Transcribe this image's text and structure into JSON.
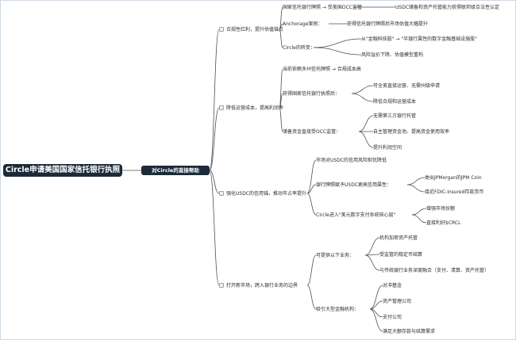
{
  "root": {
    "label": "Circle申请美国国家信托银行执照"
  },
  "center": {
    "label": "对Circle的直接帮助"
  },
  "branches": [
    {
      "label": "合规性红利，提升估值锚点",
      "children": [
        {
          "label": "国家信托银行牌照 → 受美国OCC监管",
          "children": [
            {
              "label": "USDC储备和资产托管能力获得联邦级合法性认定"
            }
          ]
        },
        {
          "label": "Anchorage案例：",
          "children": [
            {
              "label": "获得信托银行牌照后市场估值大幅提升"
            }
          ]
        },
        {
          "label": "Circle的转变：",
          "children": [
            {
              "label": "从\"金融科技股\" → \"半银行属性的数字金融基础设施股\""
            },
            {
              "label": "风险溢价下降、估值模型重构"
            }
          ]
        }
      ]
    },
    {
      "label": "降低运营成本，提高利润率",
      "children": [
        {
          "label": "当前依赖多州信托牌照 → 合规成本高",
          "children": []
        },
        {
          "label": "获得国家信托银行执照后：",
          "children": [
            {
              "label": "可全美直接运营、无需州级申请"
            },
            {
              "label": "降低合规和运营成本"
            }
          ]
        },
        {
          "label": "储备资金直接受OCC监管：",
          "children": [
            {
              "label": "无需第三方银行托管"
            },
            {
              "label": "自主管理资金池、提高资金使用效率"
            },
            {
              "label": "提升利润空间"
            }
          ]
        }
      ]
    },
    {
      "label": "强化USDC的信用锚，推动市占率提升",
      "children": [
        {
          "label": "市场对USDC的信用风险担忧降低",
          "children": []
        },
        {
          "label": "银行牌照赋予USDC更高信用属性：",
          "children": [
            {
              "label": "类似JPMorgan的JPM Coin"
            },
            {
              "label": "接近FDIC-insured存款货币"
            }
          ]
        },
        {
          "label": "Circle进入\"美元数字支付系统核心层\"",
          "children": [
            {
              "label": "增强市场份额"
            },
            {
              "label": "直接利好$CRCL"
            }
          ]
        }
      ]
    },
    {
      "label": "打开新市场，跨入银行业务的边界",
      "children": [
        {
          "label": "可提供以下业务：",
          "children": [
            {
              "label": "机构加密资产托管"
            },
            {
              "label": "受监管的稳定币结算"
            },
            {
              "label": "与传统银行业务深度融合（支付、清算、资产托管）"
            }
          ]
        },
        {
          "label": "吸引大型金融机构：",
          "children": [
            {
              "label": "对冲基金"
            },
            {
              "label": "资产管理公司"
            },
            {
              "label": "支付公司"
            },
            {
              "label": "满足大额存款与结算需求"
            }
          ]
        }
      ]
    }
  ]
}
